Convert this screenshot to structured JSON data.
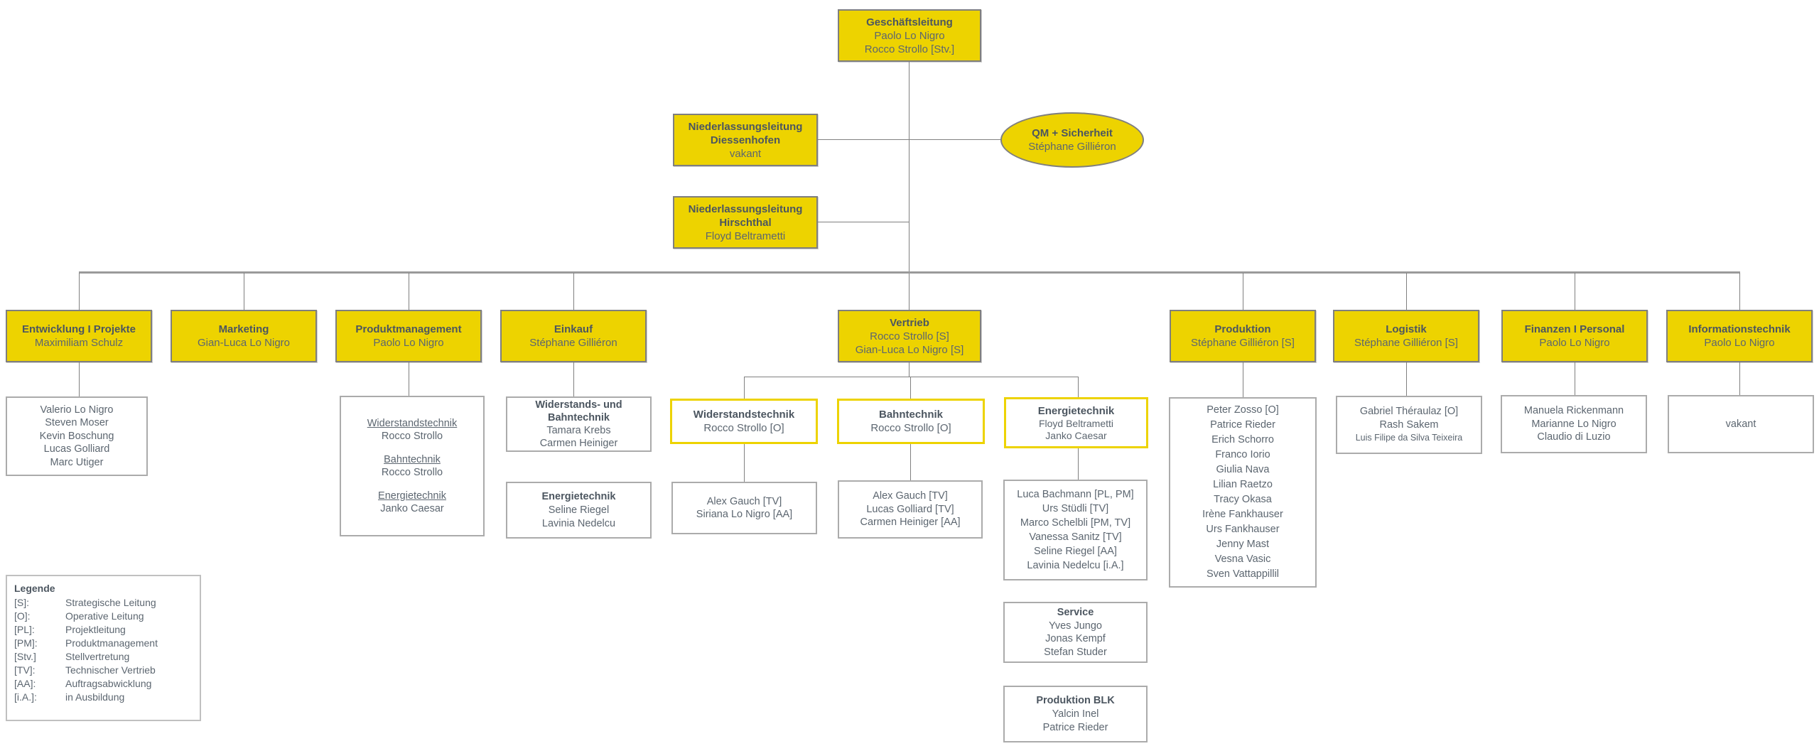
{
  "colors": {
    "accent_yellow": "#EDD300",
    "box_border_gray": "#7f7f7f",
    "text_gray": "#5C6670",
    "connector_gray": "#808080"
  },
  "nodes": {
    "geschaeftsleitung": {
      "title": "Geschäftsleitung",
      "lines": "Paolo Lo Nigro\nRocco Strollo [Stv.]"
    },
    "diessenhofen": {
      "title": "Niederlassungsleitung\nDiessenhofen",
      "lines": "vakant"
    },
    "qm_sicherheit": {
      "title": "QM + Sicherheit",
      "lines": "Stéphane Gilliéron"
    },
    "hirschthal": {
      "title": "Niederlassungsleitung\nHirschthal",
      "lines": "Floyd Beltrametti"
    },
    "entwicklung": {
      "title": "Entwicklung I Projekte",
      "lines": "Maximiliam Schulz"
    },
    "marketing": {
      "title": "Marketing",
      "lines": "Gian-Luca Lo Nigro"
    },
    "produktmanagement": {
      "title": "Produktmanagement",
      "lines": "Paolo Lo Nigro"
    },
    "einkauf": {
      "title": "Einkauf",
      "lines": "Stéphane Gilliéron"
    },
    "vertrieb": {
      "title": "Vertrieb",
      "lines": "Rocco Strollo [S]\nGian-Luca Lo Nigro [S]"
    },
    "produktion": {
      "title": "Produktion",
      "lines": "Stéphane Gilliéron [S]"
    },
    "logistik": {
      "title": "Logistik",
      "lines": "Stéphane Gilliéron [S]"
    },
    "finanzen": {
      "title": "Finanzen I Personal",
      "lines": "Paolo Lo Nigro"
    },
    "informationstechnik": {
      "title": "Informationstechnik",
      "lines": "Paolo Lo Nigro"
    },
    "vertrieb_widerstandstechnik": {
      "title": "Widerstandstechnik",
      "lines": "Rocco Strollo [O]"
    },
    "vertrieb_bahntechnik": {
      "title": "Bahntechnik",
      "lines": "Rocco Strollo [O]"
    },
    "vertrieb_energietechnik": {
      "title": "Energietechnik",
      "lines": "Floyd Beltrametti\nJanko Caesar"
    },
    "service": {
      "title": "Service",
      "lines": "Yves Jungo\nJonas Kempf\nStefan Studer"
    },
    "produktion_blk": {
      "title": "Produktion BLK",
      "lines": "Yalcin Inel\nPatrice Rieder"
    }
  },
  "lists": {
    "entwicklung_team": "Valerio Lo Nigro\nSteven Moser\nKevin Boschung\nLucas Golliard\nMarc Utiger",
    "produktmanagement_groups": [
      {
        "heading": "Widerstandstechnik",
        "name": "Rocco Strollo"
      },
      {
        "heading": "Bahntechnik",
        "name": "Rocco Strollo"
      },
      {
        "heading": "Energietechnik",
        "name": "Janko Caesar"
      }
    ],
    "einkauf_widerstand_bahn": {
      "title": "Widerstands- und\nBahntechnik",
      "names": "Tamara Krebs\nCarmen Heiniger"
    },
    "einkauf_energie": {
      "title": "Energietechnik",
      "names": "Seline Riegel\nLavinia Nedelcu"
    },
    "widerstandstechnik_team": "Alex Gauch [TV]\nSiriana Lo Nigro [AA]",
    "bahntechnik_team": "Alex Gauch  [TV]\nLucas Golliard [TV]\nCarmen Heiniger [AA]",
    "energietechnik_team": "Luca Bachmann [PL, PM]\nUrs Stüdli [TV]\nMarco Schelbli [PM, TV]\nVanessa Sanitz [TV]\nSeline Riegel [AA]\nLavinia Nedelcu [i.A.]",
    "produktion_team": "Peter Zosso [O]\nPatrice Rieder\nErich Schorro\nFranco Iorio\nGiulia Nava\nLilian Raetzo\nTracy Okasa\nIrène Fankhauser\nUrs Fankhauser\nJenny Mast\nVesna Vasic\nSven Vattappillil",
    "logistik_team_main": "Gabriel Théraulaz [O]\nRash Sakem",
    "logistik_team_small": "Luis Filipe da Silva Teixeira",
    "finanzen_team": "Manuela Rickenmann\nMarianne Lo Nigro\nClaudio di Luzio",
    "informationstechnik_team": "vakant"
  },
  "legend": {
    "title": "Legende",
    "items": [
      {
        "key": "[S]:",
        "label": "Strategische Leitung"
      },
      {
        "key": "[O]:",
        "label": "Operative Leitung"
      },
      {
        "key": "[PL]:",
        "label": "Projektleitung"
      },
      {
        "key": "[PM]:",
        "label": "Produktmanagement"
      },
      {
        "key": "[Stv.]",
        "label": "Stellvertretung"
      },
      {
        "key": "[TV]:",
        "label": "Technischer Vertrieb"
      },
      {
        "key": "[AA]:",
        "label": "Auftragsabwicklung"
      },
      {
        "key": "[i.A.]:",
        "label": "in Ausbildung"
      }
    ]
  }
}
